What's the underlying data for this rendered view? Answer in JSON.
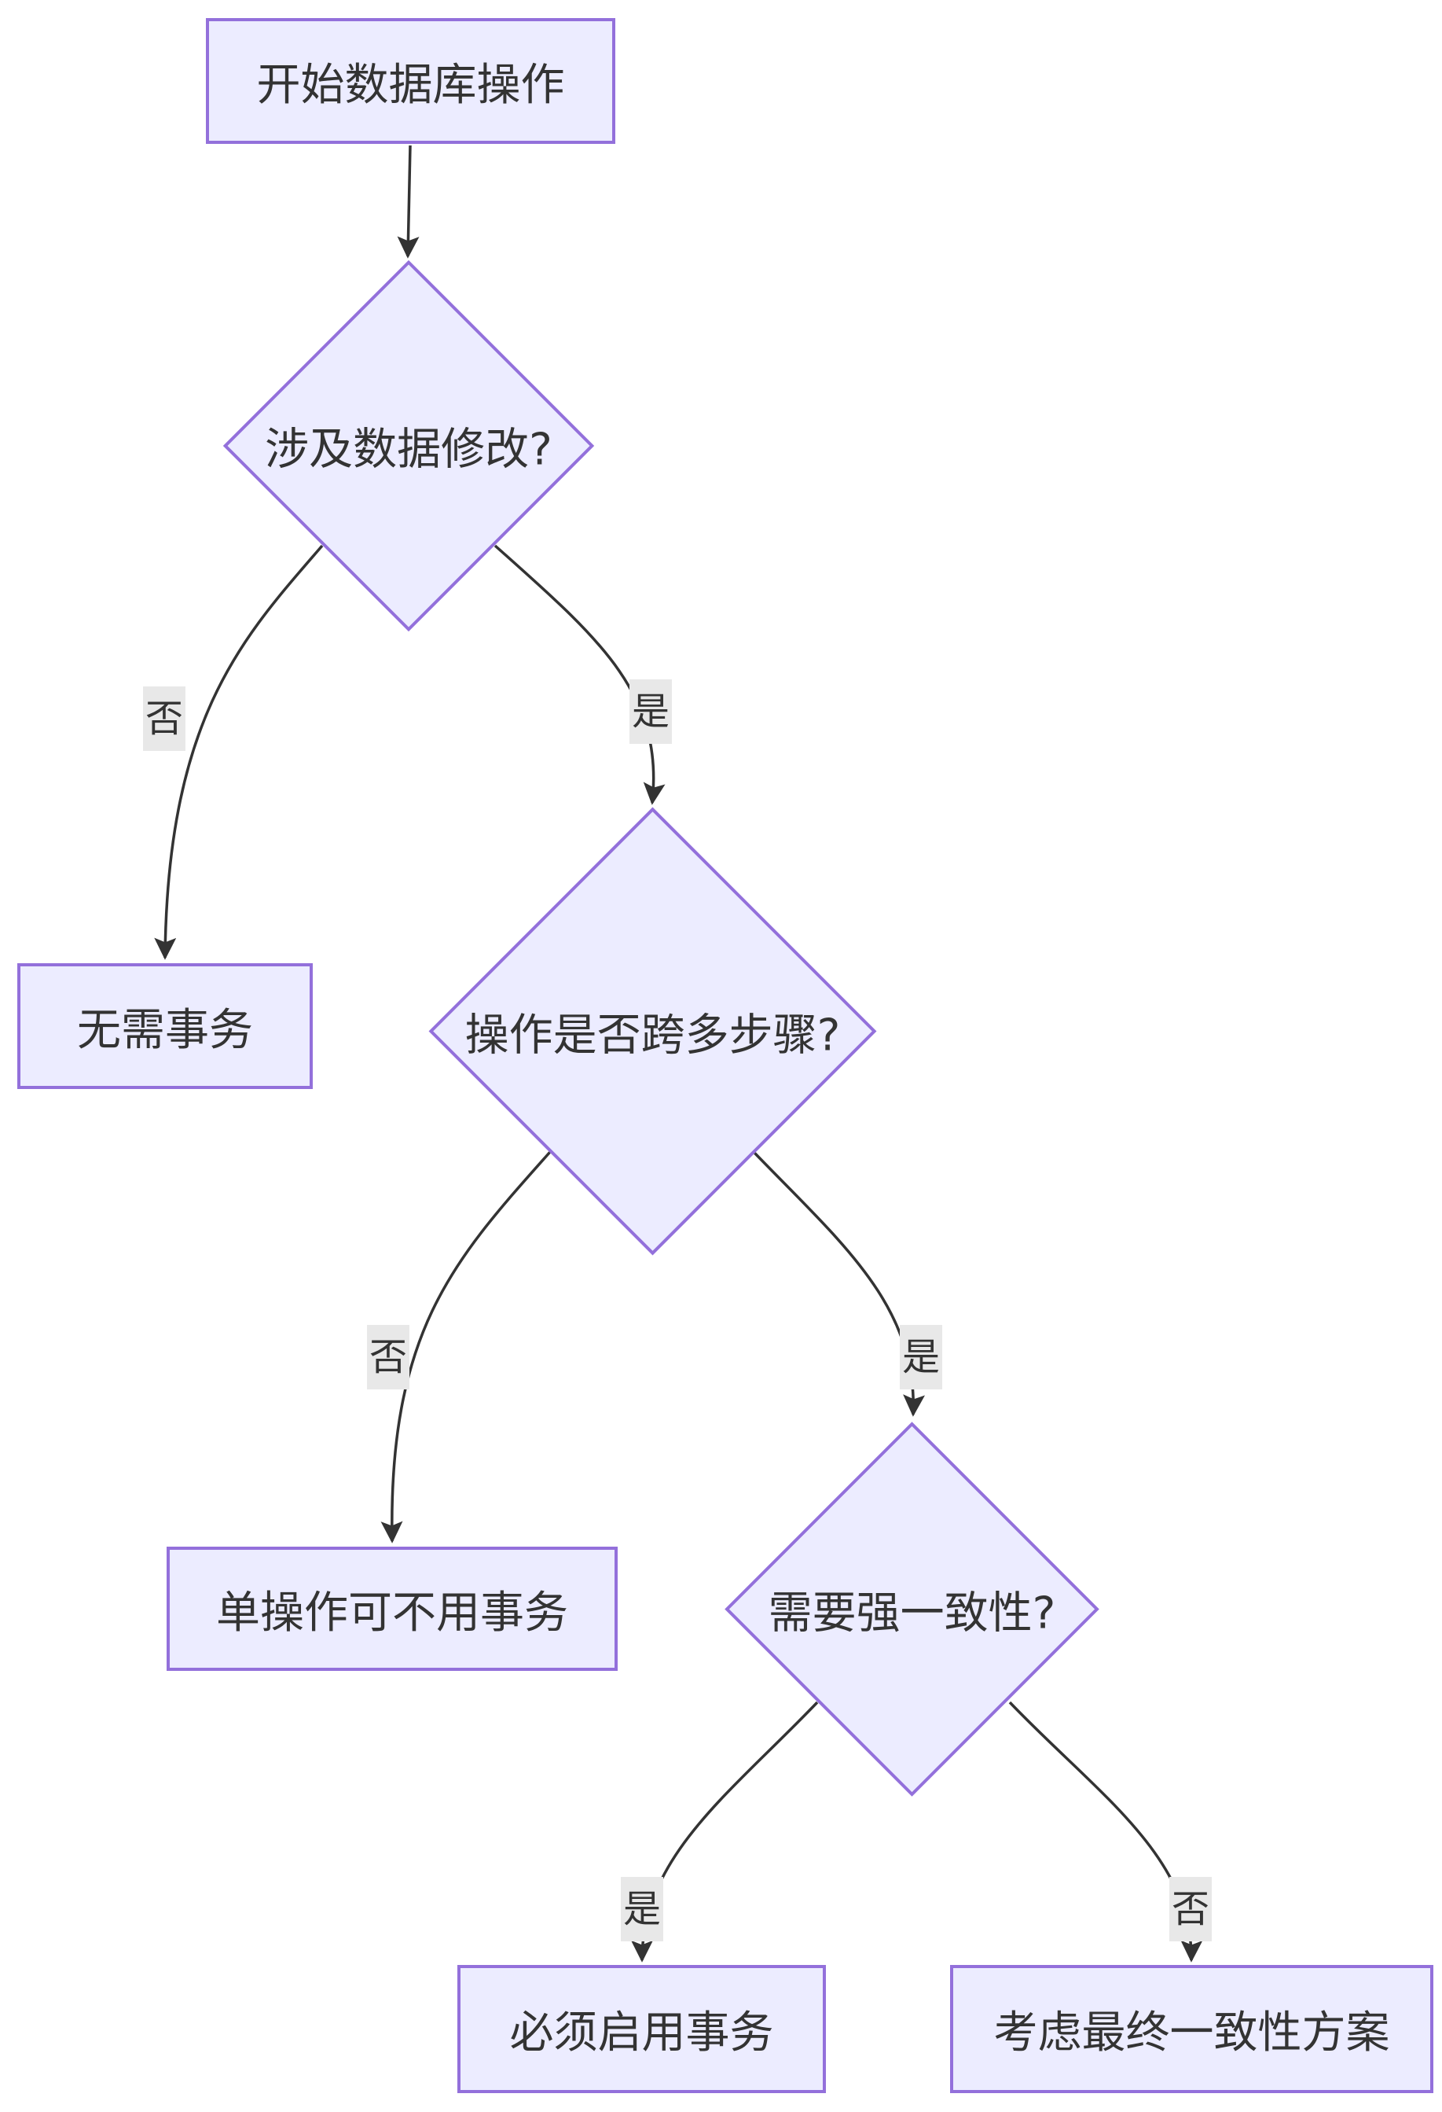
{
  "diagram": {
    "type": "flowchart",
    "direction": "top-down",
    "colors": {
      "canvas_bg": "#FFFFFF",
      "node_fill": "#ECECFF",
      "node_border": "#9370DB",
      "edge": "#333333",
      "text": "#333333",
      "label_bg": "#E8E8E8"
    },
    "nodes": [
      {
        "id": "start",
        "shape": "rectangle",
        "label": "开始数据库操作"
      },
      {
        "id": "check-modify",
        "shape": "diamond",
        "label": "涉及数据修改?"
      },
      {
        "id": "no-transaction",
        "shape": "rectangle",
        "label": "无需事务"
      },
      {
        "id": "check-multi-step",
        "shape": "diamond",
        "label": "操作是否跨多步骤?"
      },
      {
        "id": "single-op-no-transaction",
        "shape": "rectangle",
        "label": "单操作可不用事务"
      },
      {
        "id": "check-strong-consistency",
        "shape": "diamond",
        "label": "需要强一致性?"
      },
      {
        "id": "must-use-transaction",
        "shape": "rectangle",
        "label": "必须启用事务"
      },
      {
        "id": "eventual-consistency",
        "shape": "rectangle",
        "label": "考虑最终一致性方案"
      }
    ],
    "edges": [
      {
        "from": "start",
        "to": "check-modify",
        "label": ""
      },
      {
        "from": "check-modify",
        "to": "no-transaction",
        "label": "否"
      },
      {
        "from": "check-modify",
        "to": "check-multi-step",
        "label": "是"
      },
      {
        "from": "check-multi-step",
        "to": "single-op-no-transaction",
        "label": "否"
      },
      {
        "from": "check-multi-step",
        "to": "check-strong-consistency",
        "label": "是"
      },
      {
        "from": "check-strong-consistency",
        "to": "must-use-transaction",
        "label": "是"
      },
      {
        "from": "check-strong-consistency",
        "to": "eventual-consistency",
        "label": "否"
      }
    ]
  }
}
